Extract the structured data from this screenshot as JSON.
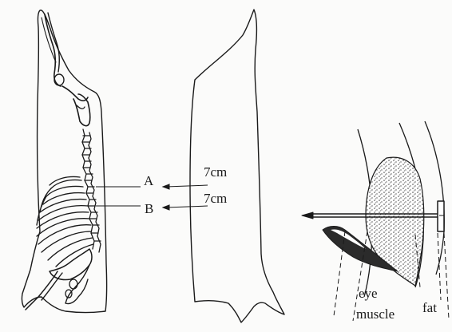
{
  "labels": {
    "point_a": "A",
    "point_b": "B",
    "distance_a": "7cm",
    "distance_b": "7cm",
    "eye": "eye",
    "muscle": "muscle",
    "fat": "fat"
  },
  "colors": {
    "ink": "#1a1a1a",
    "paper": "#fbfbfa",
    "muscle_stipple": "#555555"
  },
  "figures": [
    "carcass-side-with-skeleton",
    "carcass-outline",
    "probe-cross-section"
  ]
}
